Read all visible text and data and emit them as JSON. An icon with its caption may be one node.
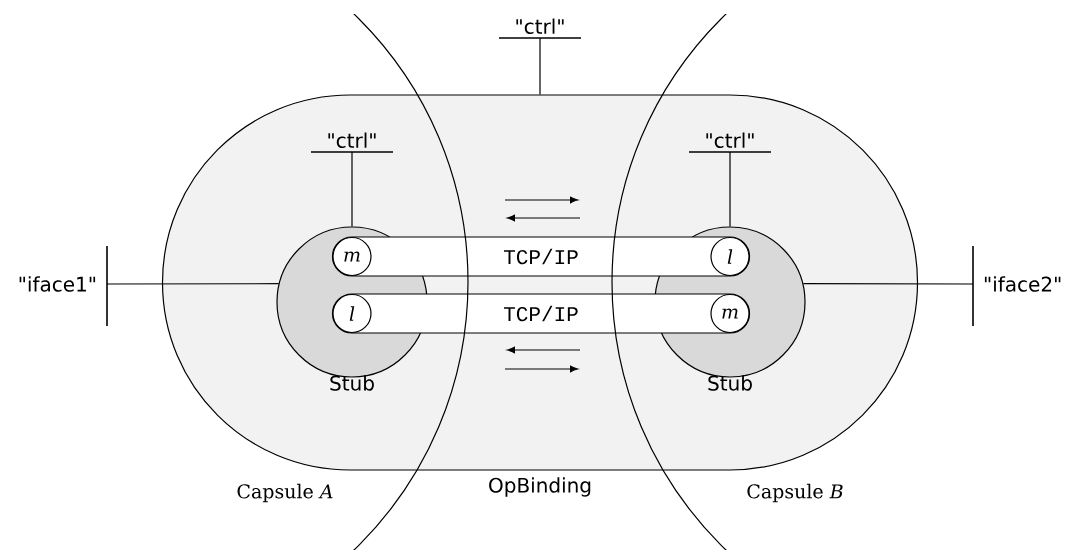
{
  "diagram": {
    "nodes": [
      {
        "text": [
          "OpBinding"
        ]
      },
      {
        "text": [
          "Stub"
        ],
        "in": 0
      },
      {
        "text": [
          "Stub"
        ],
        "in": 0
      },
      {
        "text": [
          "TCP/IP"
        ],
        "in": 0
      },
      {
        "text": [
          "m"
        ]
      },
      {
        "text": [
          "l"
        ]
      },
      {
        "text": [
          "TCP/IP"
        ],
        "in": 0
      },
      {
        "text": [
          "l"
        ]
      },
      {
        "text": [
          "m"
        ]
      },
      {
        "text": [
          "\"ctrl\""
        ]
      },
      {
        "text": [
          "\"ctrl\""
        ],
        "in": 0
      },
      {
        "text": [
          "\"ctrl\""
        ],
        "in": 0
      },
      {
        "text": [
          "\"iface1\""
        ]
      },
      {
        "text": [
          "\"iface2\""
        ]
      }
    ],
    "edges": [
      {
        "from": 9,
        "to": 0,
        "arrow": "none"
      },
      {
        "from": 10,
        "to": 1,
        "arrow": "none"
      },
      {
        "from": 11,
        "to": 2,
        "arrow": "none"
      },
      {
        "from": 12,
        "to": 1,
        "arrow": "none"
      },
      {
        "from": 13,
        "to": 2,
        "arrow": "none"
      }
    ],
    "labels": [
      "Capsule *A*",
      "Capsule *B*"
    ]
  }
}
